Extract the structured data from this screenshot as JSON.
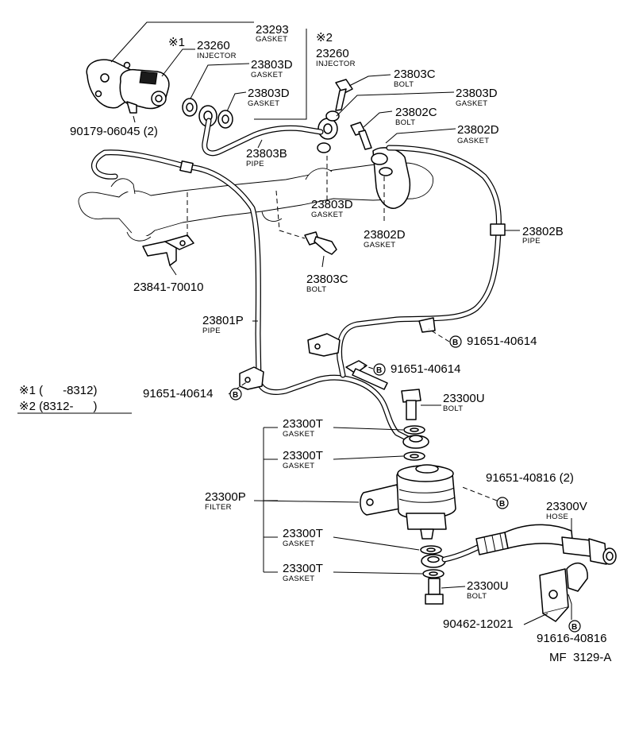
{
  "callouts": [
    {
      "id": "c01",
      "number": "23293",
      "name": "GASKET"
    },
    {
      "id": "c02",
      "number": "23260",
      "name": "INJECTOR",
      "mark": "※1"
    },
    {
      "id": "c03",
      "number": "23260",
      "name": "INJECTOR",
      "mark": "※2"
    },
    {
      "id": "c04",
      "number": "23803D",
      "name": "GASKET"
    },
    {
      "id": "c05",
      "number": "23803D",
      "name": "GASKET"
    },
    {
      "id": "c06",
      "number": "23803C",
      "name": "BOLT"
    },
    {
      "id": "c07",
      "number": "23803D",
      "name": "GASKET"
    },
    {
      "id": "c08",
      "number": "23802C",
      "name": "BOLT"
    },
    {
      "id": "c09",
      "number": "23802D",
      "name": "GASKET"
    },
    {
      "id": "c10",
      "number": "90179-06045 (2)",
      "name": ""
    },
    {
      "id": "c11",
      "number": "23803B",
      "name": "PIPE"
    },
    {
      "id": "c12",
      "number": "23803D",
      "name": "GASKET"
    },
    {
      "id": "c13",
      "number": "23802D",
      "name": "GASKET"
    },
    {
      "id": "c14",
      "number": "23802B",
      "name": "PIPE"
    },
    {
      "id": "c15",
      "number": "23841-70010",
      "name": ""
    },
    {
      "id": "c16",
      "number": "23803C",
      "name": "BOLT"
    },
    {
      "id": "c17",
      "number": "23801P",
      "name": "PIPE"
    },
    {
      "id": "c18",
      "number": "91651-40614",
      "name": "",
      "badge": "B"
    },
    {
      "id": "c19",
      "number": "91651-40614",
      "name": "",
      "badge": "B"
    },
    {
      "id": "c20",
      "number": "91651-40614",
      "name": "",
      "badge": "B"
    },
    {
      "id": "c21",
      "number": "23300U",
      "name": "BOLT"
    },
    {
      "id": "c22",
      "number": "23300T",
      "name": "GASKET"
    },
    {
      "id": "c23",
      "number": "23300T",
      "name": "GASKET"
    },
    {
      "id": "c24",
      "number": "91651-40816 (2)",
      "name": "",
      "badge": "B"
    },
    {
      "id": "c25",
      "number": "23300P",
      "name": "FILTER"
    },
    {
      "id": "c26",
      "number": "23300V",
      "name": "HOSE"
    },
    {
      "id": "c27",
      "number": "23300T",
      "name": "GASKET"
    },
    {
      "id": "c28",
      "number": "23300T",
      "name": "GASKET"
    },
    {
      "id": "c29",
      "number": "23300U",
      "name": "BOLT"
    },
    {
      "id": "c30",
      "number": "90462-12021",
      "name": ""
    },
    {
      "id": "c31",
      "number": "91616-40816",
      "name": "",
      "badge": "B"
    }
  ],
  "notes": {
    "note1": "※1 (      -8312)",
    "note2": "※2 (8312-      )"
  },
  "figure_code": "MF  3129-A"
}
